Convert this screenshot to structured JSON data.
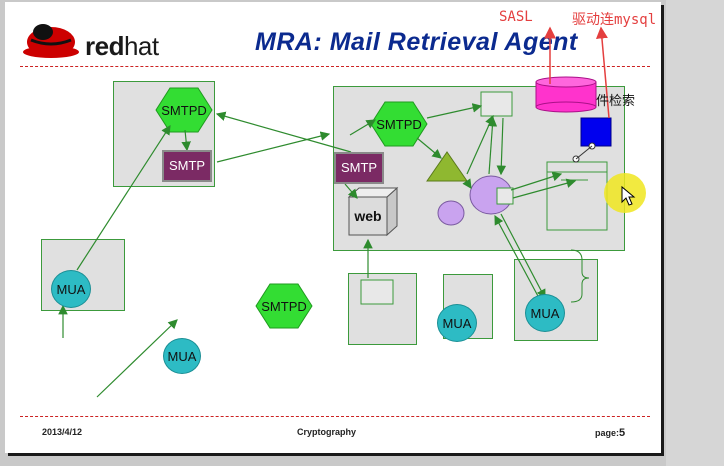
{
  "header": {
    "brand_red": "red",
    "brand_hat": "hat",
    "title": "MRA: Mail Retrieval Agent"
  },
  "annotations": {
    "sasl": "SASL",
    "mysql_driver": "驱动连mysql"
  },
  "diagram": {
    "smtpd_label": "SMTPD",
    "smtp_label": "SMTP",
    "mua_label": "MUA",
    "web_label": "web",
    "search_label": "件检索"
  },
  "footer": {
    "date": "2013/4/12",
    "center": "Cryptography",
    "page_label": "page:",
    "page_number": "5"
  },
  "colors": {
    "title_blue": "#0b2a8f",
    "hex_green": "#33dd33",
    "arrow_green": "#2e8b2e",
    "mua_cyan": "#2dbbc4",
    "smtp_purple": "#7b2a64",
    "db_magenta": "#ff33cc",
    "annotation_red": "#e43f3f"
  }
}
